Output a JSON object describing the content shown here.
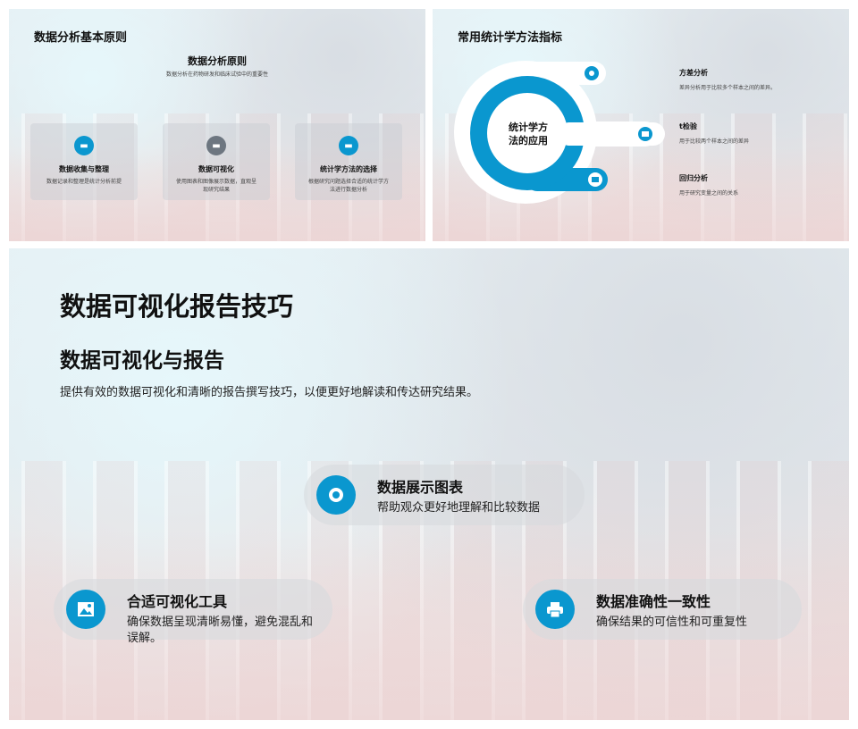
{
  "slide1": {
    "title": "数据分析基本原则",
    "heading": "数据分析原则",
    "subtitle": "数据分析在药物研发和临床试验中的重要性",
    "cards": [
      {
        "title": "数据收集与整理",
        "desc": "数据记录和整理是统计分析前提",
        "icon": "sofa-icon",
        "color": "#0a97cf"
      },
      {
        "title": "数据可视化",
        "desc": "使用图表和图像展示数据，直观呈现研究结果",
        "icon": "sofa-icon",
        "color": "#6d7680"
      },
      {
        "title": "统计学方法的选择",
        "desc": "根据研究问题选择合适的统计学方法进行数据分析",
        "icon": "sofa-icon",
        "color": "#0a97cf"
      }
    ]
  },
  "slide2": {
    "title": "常用统计学方法指标",
    "center": "统计学方法的应用",
    "methods": [
      {
        "title": "方差分析",
        "desc": "差异分析用于比较多个样本之间的差异。"
      },
      {
        "title": "t检验",
        "desc": "用于比较两个样本之间的差异"
      },
      {
        "title": "回归分析",
        "desc": "用于研究变量之间的关系"
      }
    ]
  },
  "slide3": {
    "title": "数据可视化报告技巧",
    "heading": "数据可视化与报告",
    "desc": "提供有效的数据可视化和清晰的报告撰写技巧，以便更好地解读和传达研究结果。",
    "items": [
      {
        "title": "数据展示图表",
        "desc": "帮助观众更好地理解和比较数据",
        "icon": "target-icon"
      },
      {
        "title": "合适可视化工具",
        "desc": "确保数据呈现清晰易懂，避免混乱和误解。",
        "icon": "image-icon"
      },
      {
        "title": "数据准确性一致性",
        "desc": "确保结果的可信性和可重复性",
        "icon": "printer-icon"
      }
    ]
  },
  "accent": "#0a97cf"
}
